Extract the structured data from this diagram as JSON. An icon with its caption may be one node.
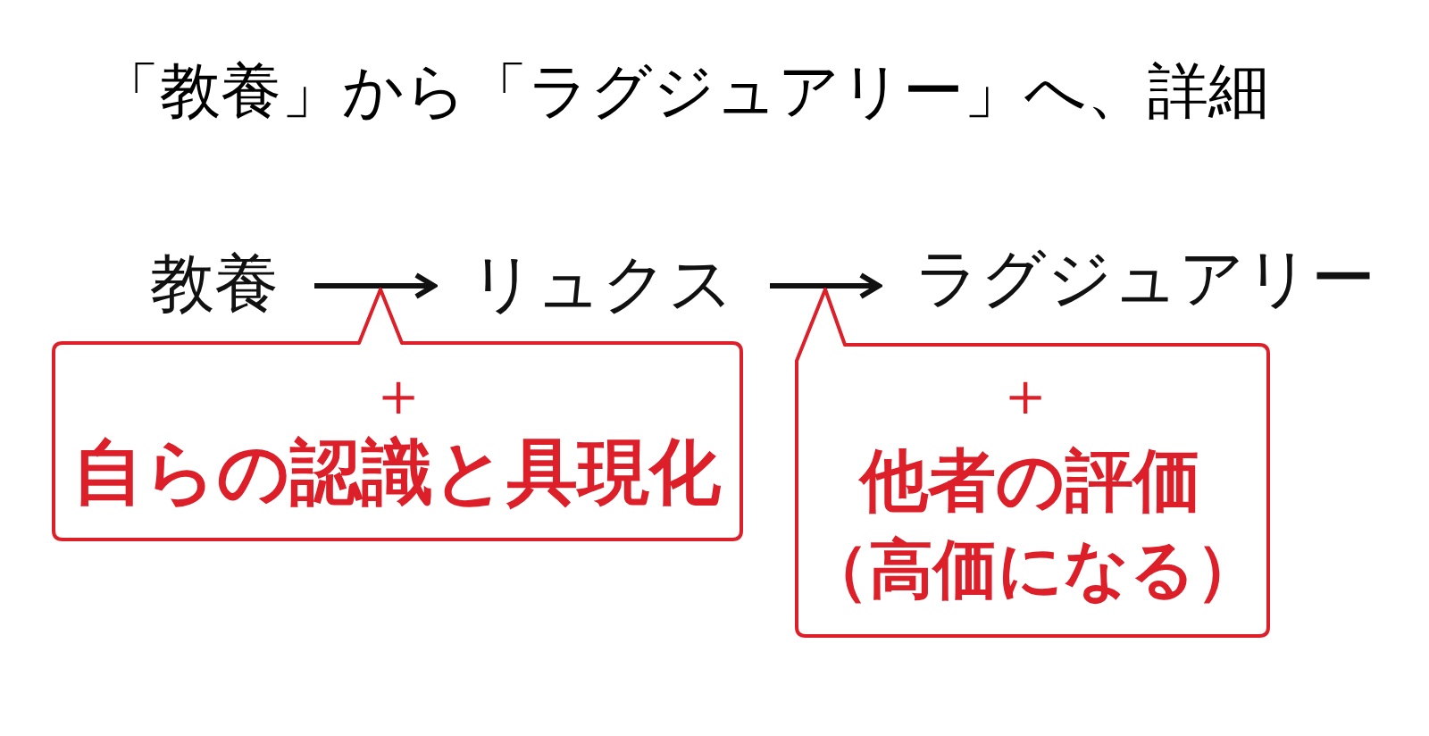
{
  "diagram": {
    "title": "「教養」から「ラグジュアリー」へ、詳細",
    "nodes": [
      {
        "text": [
          "教養"
        ]
      },
      {
        "text": [
          "リュクス"
        ]
      },
      {
        "text": [
          "ラグジュアリー"
        ]
      },
      {
        "text": [
          "＋",
          "自らの認識と具現化"
        ]
      },
      {
        "text": [
          "＋",
          "他者の評価",
          "（高価になる）"
        ]
      }
    ],
    "edges": [
      {
        "from": 0,
        "to": 1,
        "arrow": "to"
      },
      {
        "from": 1,
        "to": 2,
        "arrow": "to"
      }
    ]
  }
}
